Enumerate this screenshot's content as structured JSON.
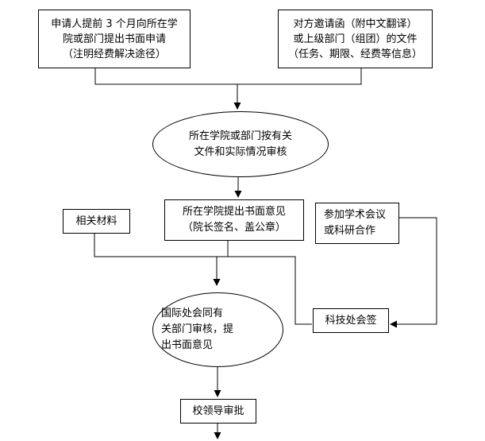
{
  "diagram": {
    "colors": {
      "line": "#000000",
      "background": "#ffffff",
      "text": "#000000"
    },
    "nodes": {
      "applicant_request": {
        "lines": [
          "申请人提前 3 个月向所在学",
          "院或部门提出书面申请",
          "（注明经费解决途径）"
        ]
      },
      "invitation_docs": {
        "lines": [
          "对方邀请函（附中文翻译）",
          "或上级部门（组团）的文件",
          "（任务、期限、经费等信息）"
        ]
      },
      "college_review": {
        "lines": [
          "所在学院或部门按有关",
          "文件和实际情况审核"
        ]
      },
      "college_opinion": {
        "lines": [
          "所在学院提出书面意见",
          "（院长签名、盖公章）"
        ]
      },
      "related_materials": {
        "lines": [
          "相关材料"
        ]
      },
      "academic_activity": {
        "lines": [
          "参加学术会议",
          "或科研合作"
        ]
      },
      "intl_office_review": {
        "lines": [
          "国际处会同有",
          "关部门审核，提",
          "出书面意见"
        ]
      },
      "sci_tech_countersign": {
        "lines": [
          "科技处会签"
        ]
      },
      "leader_approval": {
        "lines": [
          "校领导审批"
        ]
      }
    }
  }
}
